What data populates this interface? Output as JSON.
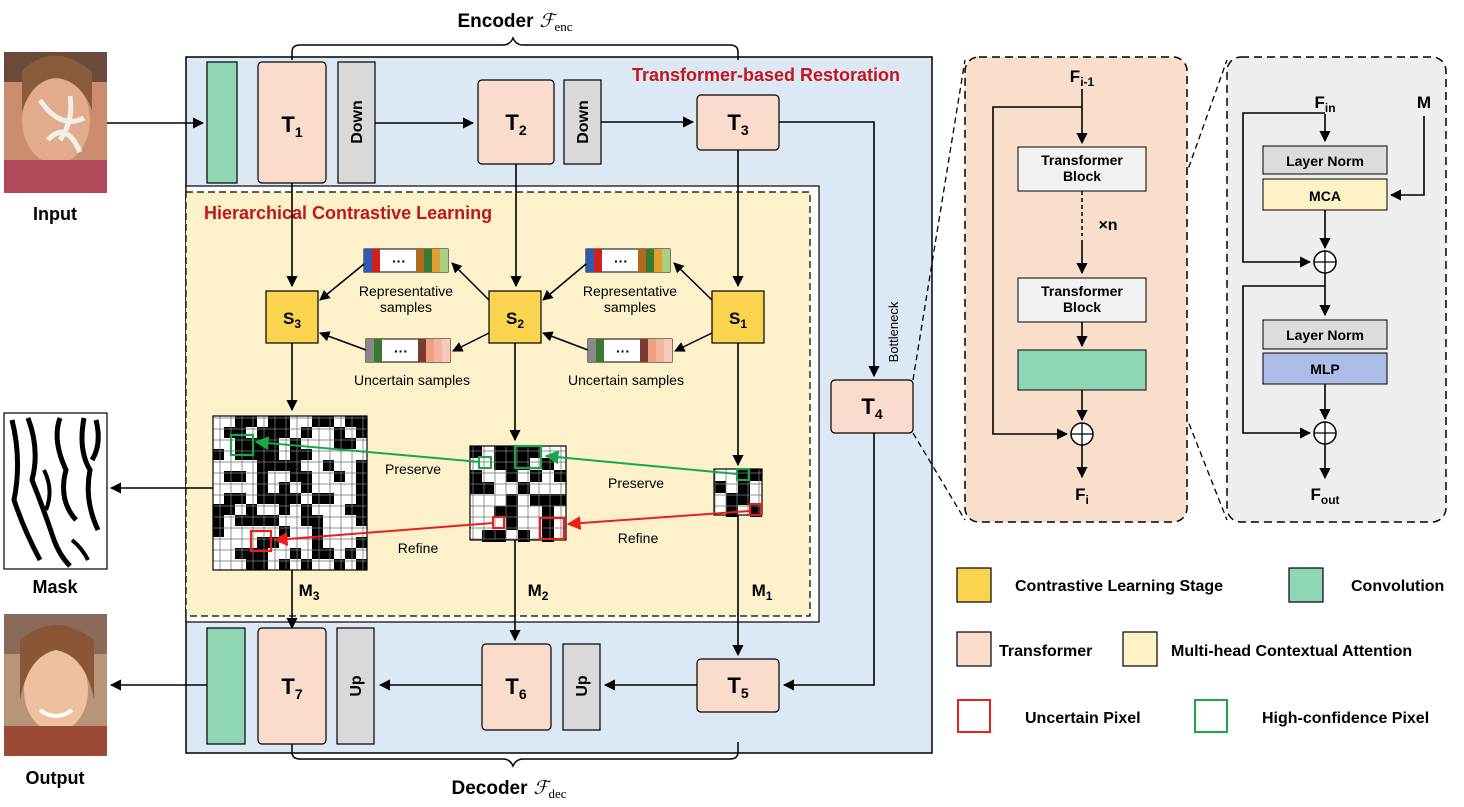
{
  "encoder": {
    "label": "Encoder",
    "symbol": "ℱ",
    "sub": "enc"
  },
  "decoder": {
    "label": "Decoder",
    "symbol": "ℱ",
    "sub": "dec"
  },
  "restoration_title": "Transformer-based Restoration",
  "hcl_title": "Hierarchical Contrastive Learning",
  "input_label": "Input",
  "output_label": "Output",
  "mask_label": "Mask",
  "down_label": "Down",
  "up_label": "Up",
  "bottleneck_label": "Bottleneck",
  "T": "T",
  "S": "S",
  "M": "M",
  "rep_samples": [
    "Representative",
    "samples"
  ],
  "unc_samples": "Uncertain samples",
  "preserve": "Preserve",
  "refine": "Refine",
  "ellipsis": "···",
  "panel1": {
    "in_base": "F",
    "in_sub": "i-1",
    "block": [
      "Transformer",
      "Block"
    ],
    "repeat": "×n",
    "out_base": "F",
    "out_sub": "i"
  },
  "panel2": {
    "in_base": "F",
    "in_sub": "in",
    "mask": "M",
    "layer_norm": "Layer Norm",
    "mca": "MCA",
    "mlp": "MLP",
    "out_base": "F",
    "out_sub": "out"
  },
  "legend": {
    "cls": "Contrastive Learning Stage",
    "conv": "Convolution",
    "transformer": "Transformer",
    "mca": "Multi-head Contextual Attention",
    "uncertain": "Uncertain Pixel",
    "confident": "High-confidence Pixel"
  },
  "colors": {
    "transformer": "#f9dccb",
    "conv": "#8fd6b4",
    "cls": "#fbd44f",
    "mca": "#fdf1c7",
    "mlp": "#aebde8",
    "layer_norm": "#dcdcdc",
    "down_up": "#d9d9d9",
    "restoration_bg": "#dce8f4",
    "hcl_bg": "#fdf1cc",
    "panel1_bg": "#f9dfcb",
    "panel2_bg": "#eeeeee",
    "red": "#e8201c",
    "green": "#18a84a",
    "title_red": "#c0161e"
  }
}
